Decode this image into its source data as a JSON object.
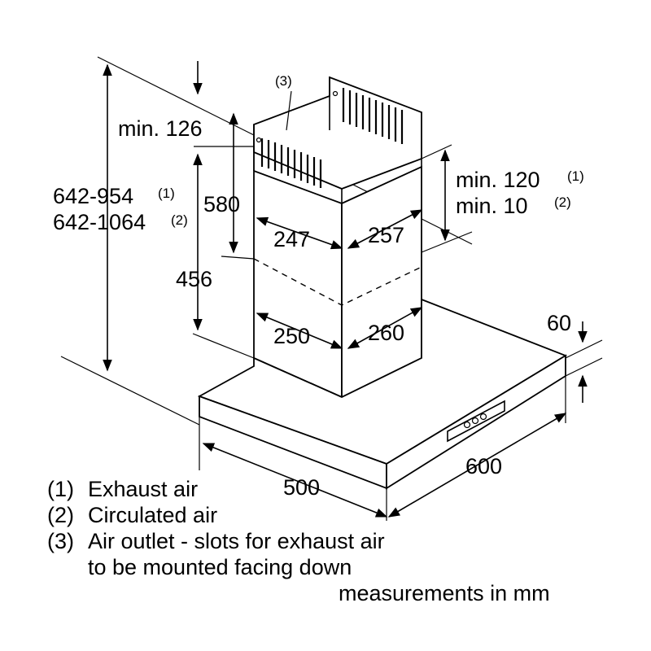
{
  "dimensions": {
    "total_height_exhaust": "642-954",
    "total_height_exhaust_ref": "(1)",
    "total_height_circulated": "642-1064",
    "total_height_circulated_ref": "(2)",
    "min_top": "min. 126",
    "upper_chimney_height": "580",
    "lower_chimney_height": "456",
    "upper_width": "247",
    "upper_depth": "257",
    "lower_width": "250",
    "lower_depth": "260",
    "clearance_exhaust": "min. 120",
    "clearance_exhaust_ref": "(1)",
    "clearance_circulated": "min. 10",
    "clearance_circulated_ref": "(2)",
    "canopy_thickness": "60",
    "canopy_depth": "500",
    "canopy_width": "600",
    "outlet_ref": "(3)"
  },
  "legend": [
    {
      "ref": "(1)",
      "text": "Exhaust air"
    },
    {
      "ref": "(2)",
      "text": "Circulated air"
    },
    {
      "ref": "(3)",
      "text": "Air outlet - slots for exhaust air"
    },
    {
      "ref": "",
      "text": "to be mounted facing down"
    }
  ],
  "units_note": "measurements in mm"
}
